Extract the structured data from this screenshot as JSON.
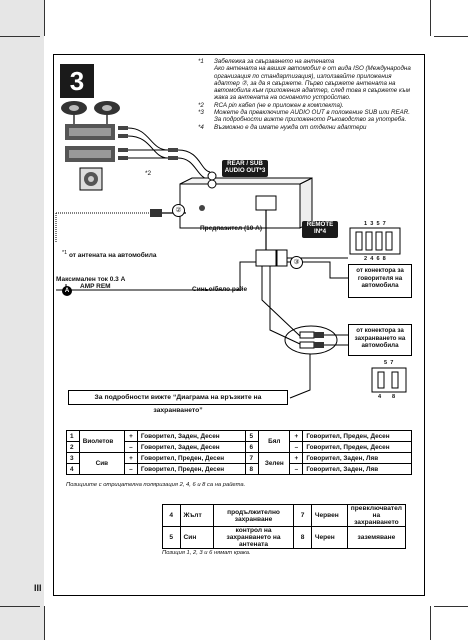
{
  "step_number": "3",
  "notes": [
    {
      "k": "*1",
      "t": "Забележка за свързването на антената"
    },
    {
      "k": "",
      "t": "Ако антената на вашия автомобил е от вида ISO (Международна организация по стандартизация), използвайте приложения адаптер ②, за да я свържете. Първо свържете антената на автомобила към приложения адаптер, след това я свържете към жака за антената на основното устройство."
    },
    {
      "k": "*2",
      "t": "RCA pin кабел (не е приложен в комплекта)."
    },
    {
      "k": "*3",
      "t": "Можете да превключите AUDIO OUT в положение SUB или REAR. За подробности вижте приложеното Ръководство за употреба."
    },
    {
      "k": "*4",
      "t": "Възможно е да имате нужда от отделни адаптери"
    }
  ],
  "labels": {
    "star2": "*2",
    "rear_sub": "REAR / SUB AUDIO OUT*3",
    "fuse": "Предпазител (10 A)",
    "remote": "REMOTE IN*4",
    "antenna": "от антената на автомобила",
    "antenna_mark": "*1",
    "max_current": "Максимален ток 0.3 A",
    "amp_rem": "AMP REM",
    "blue_white": "Синьо/бяло райе",
    "a_mark": "A",
    "circle2": "②",
    "circle3": "③",
    "speaker_conn": "от конектора за говорителя на автомобила",
    "power_conn": "от конектора за захранването на автомобила",
    "details": "За подробности вижте “Диаграма на връзките на захранването”",
    "pins_top": "1  3  5  7",
    "pins_bottom": "2  4  6  8",
    "pins_top2": "5  7",
    "pins_bottom2": "4       8"
  },
  "table1": [
    [
      "1",
      "Виолетов",
      "+",
      "Говорител, Заден, Десен",
      "5",
      "Бял",
      "+",
      "Говорител, Преден, Десен"
    ],
    [
      "2",
      "",
      "–",
      "Говорител, Заден, Десен",
      "6",
      "",
      "–",
      "Говорител, Преден, Десен"
    ],
    [
      "3",
      "Сив",
      "+",
      "Говорител, Преден, Десен",
      "7",
      "Зелен",
      "+",
      "Говорител, Заден, Ляв"
    ],
    [
      "4",
      "",
      "–",
      "Говорител, Преден, Десен",
      "8",
      "",
      "–",
      "Говорител, Заден, Ляв"
    ]
  ],
  "table1_note": "Позициите с отрицателна поляризация 2, 4, 6 и 8 са на райета.",
  "table2": [
    [
      "4",
      "Жълт",
      "продължително захранване",
      "7",
      "Червен",
      "превключвател на захранването"
    ],
    [
      "5",
      "Син",
      "контрол на захранването на антената",
      "8",
      "Черен",
      "заземяване"
    ]
  ],
  "table2_note": "Позиция 1, 2, 3 и 6 нямат крака.",
  "page_number": "III"
}
